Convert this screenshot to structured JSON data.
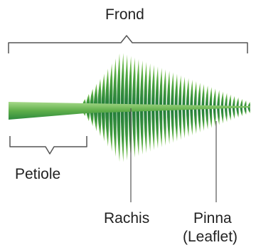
{
  "labels": {
    "frond": "Frond",
    "petiole": "Petiole",
    "rachis": "Rachis",
    "pinna": "Pinna",
    "leaflet": "(Leaflet)"
  },
  "colors": {
    "bracket": "#555555",
    "leader_line": "#555555",
    "leaf_light": "#8fcf63",
    "leaf_mid": "#4aa33e",
    "leaf_dark": "#1f7a3a",
    "stem_light": "#a7d98a",
    "stem_dark": "#2e8b3e",
    "text": "#222222"
  }
}
